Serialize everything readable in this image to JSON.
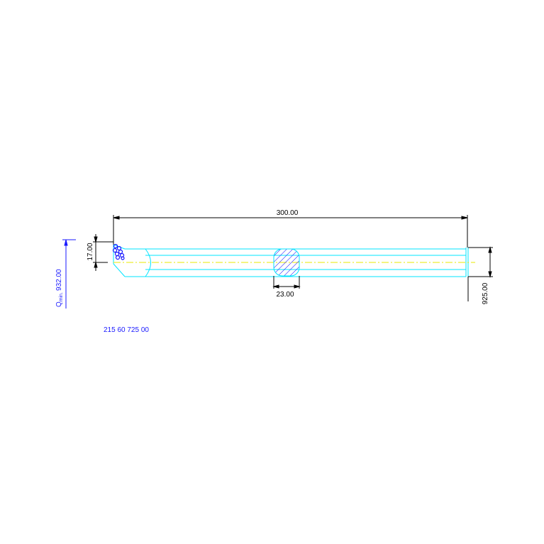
{
  "drawing": {
    "dim_length": "300.00",
    "dim_height_left": "17.00",
    "dim_width_mid": "23.00",
    "dim_right": "925.00",
    "dim_outer_prefix": "Q",
    "dim_outer_sub": "min.",
    "dim_outer_value": "932.00",
    "part_number": "215 60 725 00"
  },
  "colors": {
    "outline": "#00e5ff",
    "centerline": "#e8e800",
    "dimension": "#000000",
    "hatch": "#1a1aff",
    "text_blue": "#1a1aff"
  }
}
